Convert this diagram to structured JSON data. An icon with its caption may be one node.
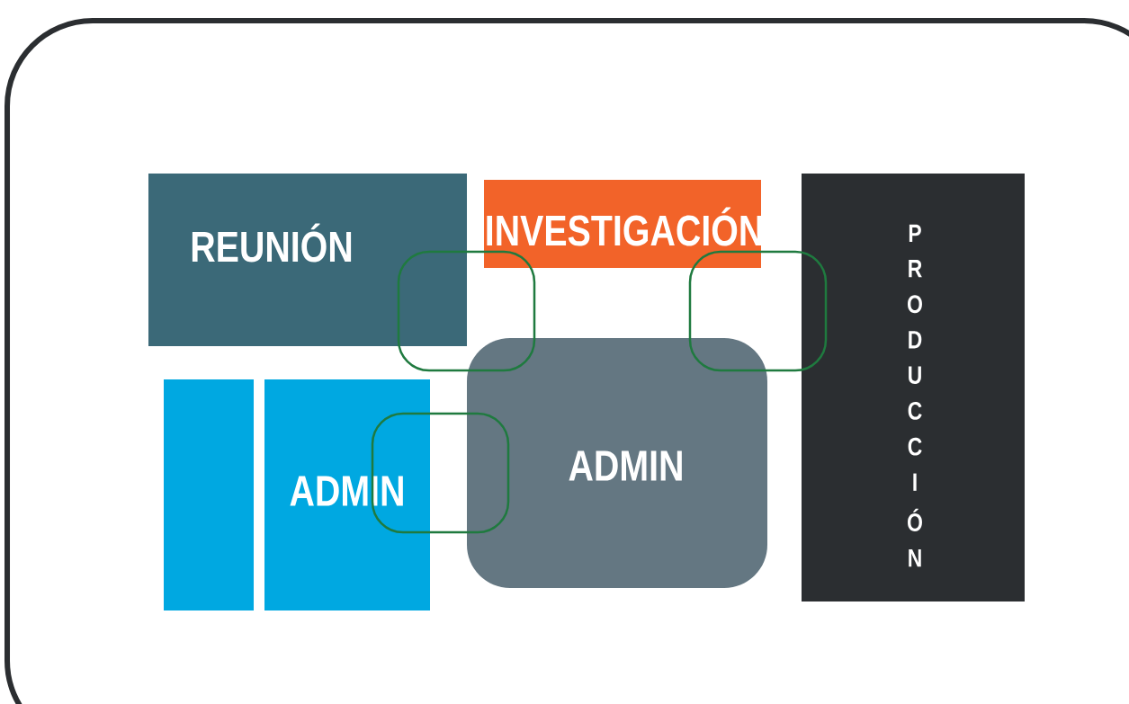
{
  "diagram": {
    "nodes": [
      {
        "text": [
          "REUNIÓN"
        ]
      },
      {
        "text": [
          "INVESTIGACIÓN"
        ]
      },
      {
        "text": [
          "PRODUCCIÓN"
        ]
      },
      {
        "text": [],
        "shape": "box"
      },
      {
        "text": [],
        "shape": "box"
      },
      {
        "text": [],
        "shape": "box"
      },
      {
        "text": [
          "ADMIN"
        ]
      },
      {
        "text": [
          "ADMIN"
        ]
      },
      {
        "text": [],
        "shape": "box"
      }
    ]
  }
}
